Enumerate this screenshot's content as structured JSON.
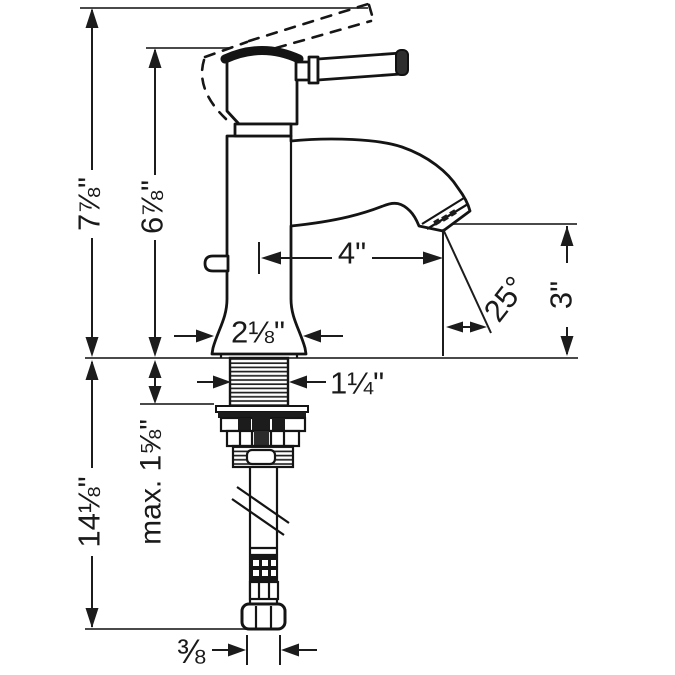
{
  "drawing": {
    "title": "single-hole-faucet-dimensional-drawing",
    "line_color": "#141414",
    "dimensions": {
      "overall_height": "7⅞\"",
      "body_height": "6⅞\"",
      "spout_reach": "4\"",
      "outlet_angle": "25°",
      "outlet_height": "3\"",
      "base_width": "2⅛\"",
      "shank_diameter": "1¼\"",
      "max_deck_thickness": "max. 1⅝\"",
      "supply_length": "14⅛\"",
      "supply_connection": "⅜"
    }
  }
}
